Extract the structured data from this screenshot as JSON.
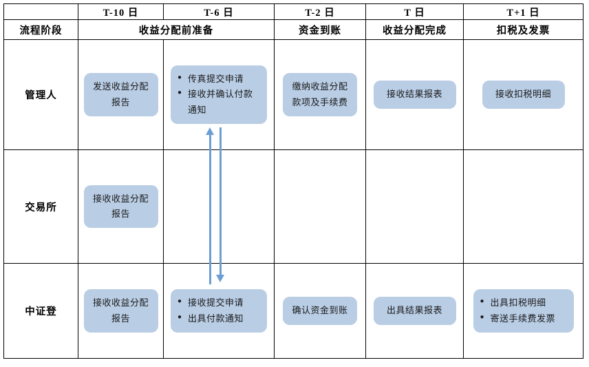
{
  "table": {
    "stage_header_label": "流程阶段",
    "columns": [
      {
        "day": "T-10 日",
        "stage": "收益分配前准备"
      },
      {
        "day": "T-6 日",
        "stage": ""
      },
      {
        "day": "T-2 日",
        "stage": "资金到账"
      },
      {
        "day": "T 日",
        "stage": "收益分配完成"
      },
      {
        "day": "T+1 日",
        "stage": "扣税及发票"
      }
    ],
    "rows": [
      {
        "actor": "管理人",
        "cells": [
          {
            "type": "plain",
            "text": "发送收益分配报告"
          },
          {
            "type": "bulleted",
            "items": [
              "传真提交申请",
              "接收并确认付款通知"
            ]
          },
          {
            "type": "plain",
            "text": "缴纳收益分配款项及手续费"
          },
          {
            "type": "plain",
            "text": "接收结果报表"
          },
          {
            "type": "plain",
            "text": "接收扣税明细"
          }
        ]
      },
      {
        "actor": "交易所",
        "cells": [
          {
            "type": "plain",
            "text": "接收收益分配报告"
          },
          {
            "type": "empty",
            "text": ""
          },
          {
            "type": "empty",
            "text": ""
          },
          {
            "type": "empty",
            "text": ""
          },
          {
            "type": "empty",
            "text": ""
          }
        ]
      },
      {
        "actor": "中证登",
        "cells": [
          {
            "type": "plain",
            "text": "接收收益分配报告"
          },
          {
            "type": "bulleted",
            "items": [
              "接收提交申请",
              "出具付款通知"
            ]
          },
          {
            "type": "plain",
            "text": "确认资金到账"
          },
          {
            "type": "plain",
            "text": "出具结果报表"
          },
          {
            "type": "bulleted",
            "items": [
              "出具扣税明细",
              "寄送手续费发票"
            ]
          }
        ]
      }
    ]
  },
  "connectors": {
    "arrow_color": "#6a9ed4",
    "items": [
      {
        "name": "arrow-up-csdc-to-manager",
        "direction": "up"
      },
      {
        "name": "arrow-down-manager-to-csdc",
        "direction": "down"
      }
    ]
  },
  "palette": {
    "task_box_fill": "#b9cde5",
    "grid_line": "#000000",
    "text": "#000000"
  }
}
